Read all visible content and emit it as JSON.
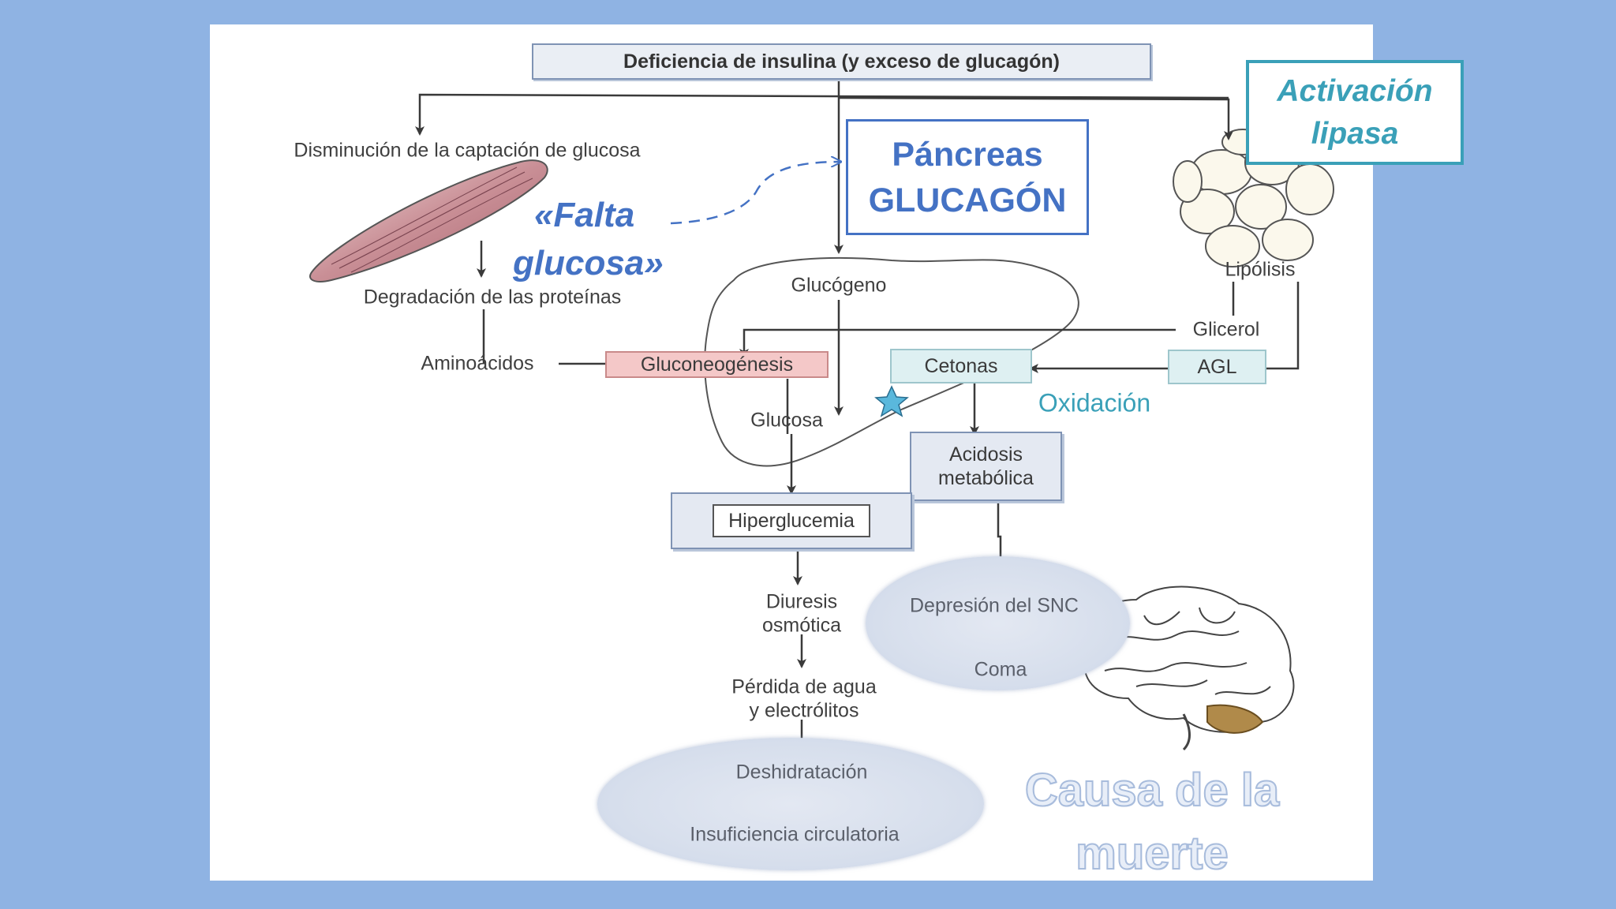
{
  "header": "Deficiencia de insulina (y exceso de glucagón)",
  "muscle_labels": {
    "uptake": "Disminución de la captación de glucosa",
    "protein": "Degradación de las proteínas",
    "amino": "Aminoácidos"
  },
  "liver_labels": {
    "glycogen": "Glucógeno",
    "gluconeo": "Gluconeogénesis",
    "glucose": "Glucosa"
  },
  "fat_labels": {
    "lipolysis": "Lipólisis",
    "glycerol": "Glicerol",
    "agl": "AGL"
  },
  "ketone_labels": {
    "ketones": "Cetonas",
    "acidosis": [
      "Acidosis",
      "metabólica"
    ],
    "oxidation": "Oxidación"
  },
  "outcomes": {
    "hyperglycemia": "Hiperglucemia",
    "diuresis": [
      "Diuresis",
      "osmótica"
    ],
    "water_loss": [
      "Pérdida de agua",
      "y electrólitos"
    ],
    "dehydration": "Deshidratación",
    "circulatory": "Insuficiencia circulatoria",
    "cns": "Depresión del SNC",
    "coma": "Coma"
  },
  "annotations": {
    "pancreas": [
      "Páncreas",
      "GLUCAGÓN"
    ],
    "lack_glucose": [
      "«Falta",
      "glucosa»"
    ],
    "lipase": [
      "Activación",
      "lipasa"
    ],
    "cause_death": [
      "Causa de la",
      "muerte"
    ]
  },
  "colors": {
    "accent_blue": "#4472c4",
    "teal": "#3aa0b8",
    "gluconeo_fill": "#f4c8c8",
    "ketone_fill": "#def0f2",
    "background": "#8fb3e3"
  }
}
